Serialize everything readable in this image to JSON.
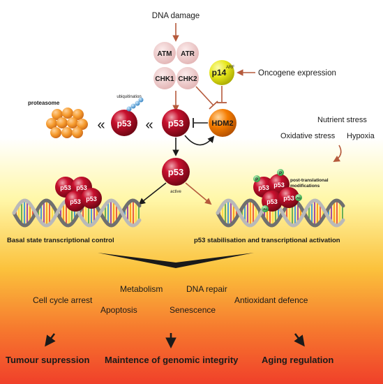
{
  "trigger": {
    "dna_damage": "DNA damage",
    "oncogene": "Oncogene expression"
  },
  "kinases": {
    "atm": "ATM",
    "atr": "ATR",
    "chk1": "CHK1",
    "chk2": "CHK2"
  },
  "p14": {
    "label": "p14",
    "superscript": "ARF"
  },
  "hdm2": "HDM2",
  "p53": "p53",
  "p53_active_caption": "active",
  "proteasome": "proteasome",
  "ubiquitination": "ubiquitination",
  "stresses": {
    "nutrient": "Nutrient stress",
    "oxidative": "Oxidative stress",
    "hypoxia": "Hypoxia"
  },
  "ptm": {
    "line1": "post-translational",
    "line2": "modifications"
  },
  "ptm_marks": {
    "phospho": "P",
    "acetyl": "Ac"
  },
  "sections": {
    "basal": "Basal state transcriptional control",
    "stabilisation": "p53 stabilisation and transcriptional activation"
  },
  "outcomes": {
    "cell_cycle": "Cell cycle arrest",
    "metabolism": "Metabolism",
    "apoptosis": "Apoptosis",
    "dna_repair": "DNA repair",
    "senescence": "Senescence",
    "antioxidant": "Antioxidant defence"
  },
  "results": {
    "tumour": "Tumour supression",
    "genomic": "Maintence of genomic integrity",
    "aging": "Aging regulation"
  },
  "colors": {
    "p53": "#c8102e",
    "hdm2": "#f57c00",
    "p14": "#e6e619",
    "kinase": "#f3d3d3",
    "proteasome": "#f59a2c",
    "gradient_top": "#fff7a8",
    "gradient_bottom": "#f0402a",
    "arrow_brown": "#b55a3c"
  }
}
